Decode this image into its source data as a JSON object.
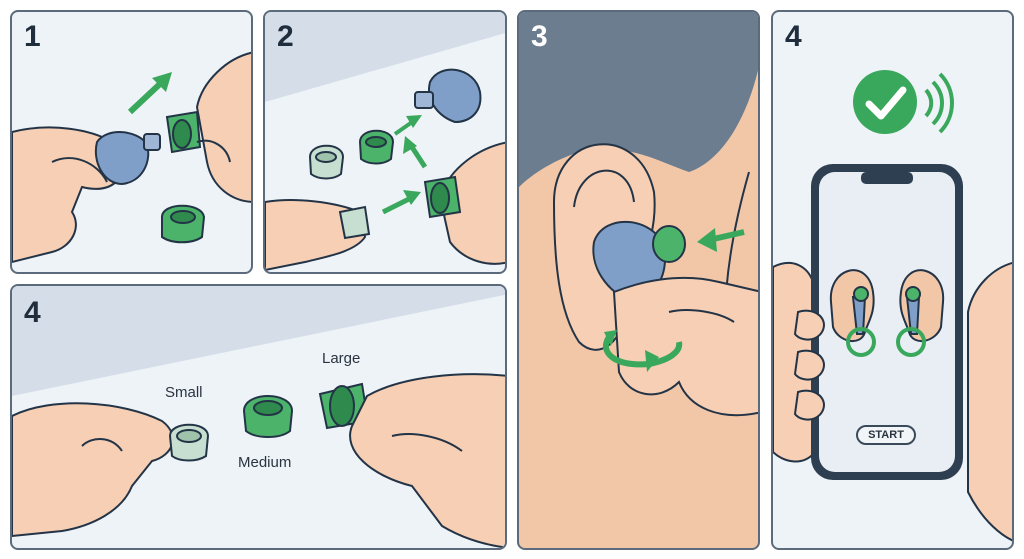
{
  "panels": [
    {
      "step": "1"
    },
    {
      "step": "2"
    },
    {
      "step": "3"
    },
    {
      "step": "4"
    }
  ],
  "fit_panel": {
    "step": "4",
    "sizes": {
      "small": "Small",
      "medium": "Medium",
      "large": "Large"
    }
  },
  "app": {
    "start_button": "START"
  },
  "colors": {
    "skin": "#f6cfb4",
    "outline": "#243447",
    "earbud": "#7f9fc9",
    "tip_green": "#4bb36a",
    "tip_light": "#c7dfd0",
    "arrow": "#3aa85c",
    "check": "#3aa85c",
    "hair": "#6b7d8f",
    "panel_bg": "#eef3f8"
  },
  "icons": [
    "arrow-icon",
    "check-icon",
    "signal-icon",
    "rotate-arrow-icon"
  ]
}
